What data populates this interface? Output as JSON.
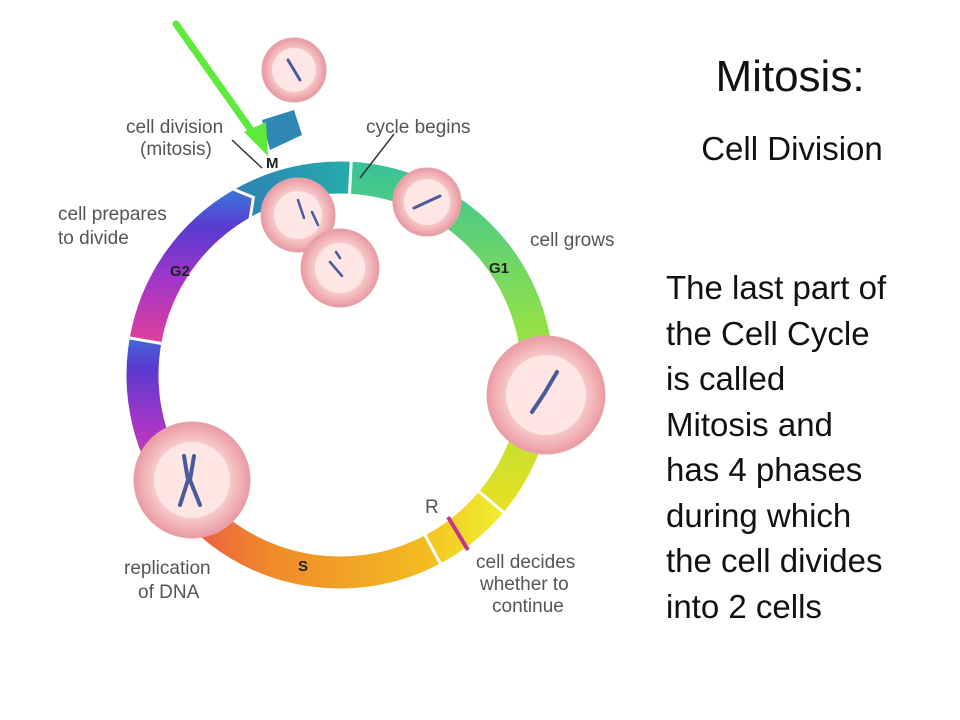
{
  "title": "Mitosis:",
  "subtitle": "Cell Division",
  "body_lines": [
    "The last part of",
    "the Cell Cycle",
    "is called",
    "Mitosis and",
    "has 4 phases",
    "during which",
    "the cell divides",
    "into 2 cells"
  ],
  "diagram": {
    "phases": {
      "m": "M",
      "g1": "G1",
      "s": "S",
      "g2": "G2",
      "r": "R"
    },
    "labels": {
      "cell_division": [
        "cell division",
        "(mitosis)"
      ],
      "cycle_begins": "cycle begins",
      "prepares": [
        "cell prepares",
        "to divide"
      ],
      "grows": "cell grows",
      "replication": [
        "replication",
        "of DNA"
      ],
      "decides": [
        "cell decides",
        "whether to",
        "continue"
      ]
    },
    "colors": {
      "m": "#2f9bb3",
      "g1": "#8fe04a",
      "g1_bottom": "#e8e020",
      "s": "#f09a2a",
      "g2": "#6a35c8",
      "g2_top": "#3a6ad0",
      "arrow": "#5dea3a",
      "restriction_mark": "#c8338a",
      "cell_outer": "#f4b3b6",
      "cell_inner": "#fde6e4",
      "chromosome": "#4b5a9e"
    },
    "arrow_icon": "green-arrow-icon"
  }
}
